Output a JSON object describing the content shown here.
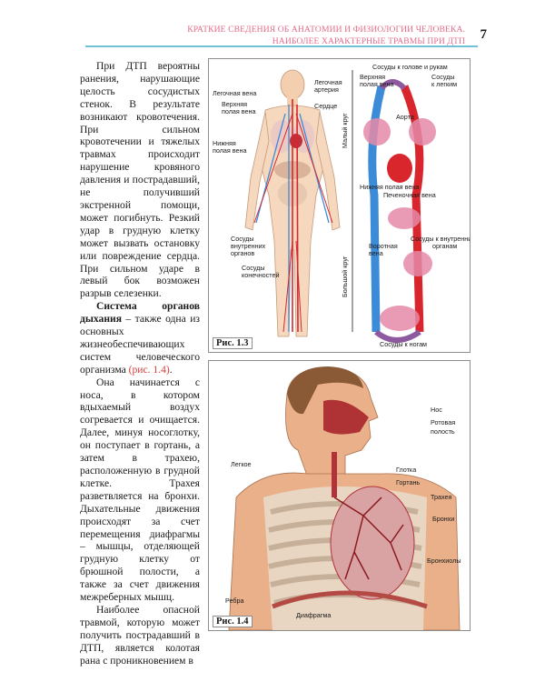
{
  "header": {
    "title_line1": "КРАТКИЕ СВЕДЕНИЯ ОБ АНАТОМИИ И ФИЗИОЛОГИИ ЧЕЛОВЕКА.",
    "title_line2": "НАИБОЛЕЕ ХАРАКТЕРНЫЕ ТРАВМЫ ПРИ ДТП",
    "page_number": "7"
  },
  "body": {
    "p1": "При ДТП вероятны ранения, нарушающие целость сосудистых стенок. В результате возникают кровотечения. При сильном кровотечении и тяжелых травмах происходит нарушение кровяного давления и пострадавший, не получивший экстренной помощи, может погибнуть. Резкий удар в грудную клетку может вызвать остановку или повреждение сердца. При сильном ударе в левый бок возможен разрыв селезенки.",
    "p2_bold": "Система органов дыхания",
    "p2_text": " – также одна из основных жизнеобеспечивающих систем человеческого организма ",
    "p2_link": "(рис. 1.4)",
    "p2_end": ".",
    "p3": "Она начинается с носа, в котором вдыхаемый воздух согревается и очищается. Далее, минуя носоглотку, он поступает в гортань, а затем в трахею, расположенную в грудной клетке. Трахея разветвляется на бронхи. Дыхательные движения происходят за счет перемещения диафрагмы – мышцы, отделяющей грудную клетку от брюшной полости, а также за счет движения межреберных мышц.",
    "p4": "Наиболее опасной травмой, которую может получить пострадавший в ДТП, является колотая рана с проникновением в"
  },
  "figure1": {
    "caption": "Рис. 1.3",
    "labels": {
      "vessels_head": "Сосуды к голове и рукам",
      "sup_vena_cava_r1": "Верхняя",
      "sup_vena_cava_r2": "полая вена",
      "vessels_lungs_1": "Сосуды",
      "vessels_lungs_2": "к легким",
      "aorta": "Аорта",
      "small_circle": "Малый круг",
      "inf_vena_cava_r": "Нижняя полая вена",
      "hepatic_vein": "Печеночная вена",
      "portal_vein_1": "Воротная",
      "portal_vein_2": "вена",
      "vessels_internal_1": "Сосуды к внутренним",
      "vessels_internal_2": "органам",
      "big_circle": "Большой круг",
      "vessels_legs": "Сосуды к ногам",
      "pulm_vein": "Легочная вена",
      "pulm_artery_1": "Легочная",
      "pulm_artery_2": "артерия",
      "heart": "Сердце",
      "sup_vena_cava_l1": "Верхняя",
      "sup_vena_cava_l2": "полая вена",
      "inf_vena_cava_l1": "Нижняя",
      "inf_vena_cava_l2": "полая вена",
      "vessels_int_l1": "Сосуды",
      "vessels_int_l2": "внутренних",
      "vessels_int_l3": "органов",
      "vessels_limbs_1": "Сосуды",
      "vessels_limbs_2": "конечностей"
    }
  },
  "figure2": {
    "caption": "Рис. 1.4",
    "labels": {
      "nose": "Нос",
      "oral_1": "Ротовая",
      "oral_2": "полость",
      "lung": "Легкое",
      "pharynx": "Глотка",
      "larynx": "Гортань",
      "trachea": "Трахея",
      "bronchi": "Бронхи",
      "bronchioles": "Бронхиолы",
      "ribs": "Ребра",
      "diaphragm": "Диафрагма"
    }
  },
  "colors": {
    "header": "#e36b8a",
    "rule": "#6fc2d6",
    "artery": "#d8262c",
    "vein": "#3c8bd8",
    "link": "#d13c3c"
  }
}
